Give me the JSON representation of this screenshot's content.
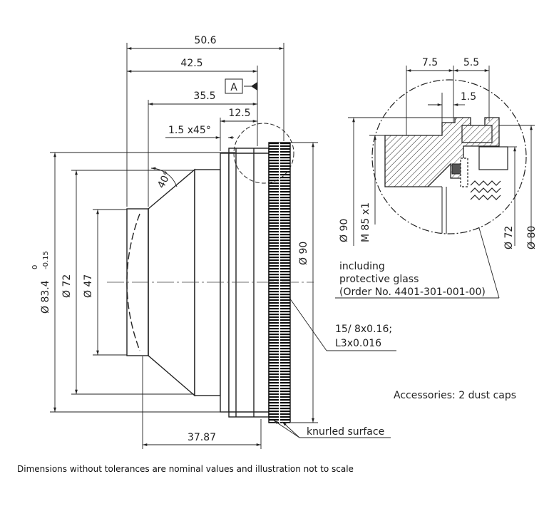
{
  "dimensions": {
    "d_50_6": "50.6",
    "d_42_5": "42.5",
    "d_35_5": "35.5",
    "d_12_5": "12.5",
    "d_chamfer": "1.5 x45°",
    "d_angle": "40°",
    "d_37_87": "37.87",
    "d_83_4": "Ø 83.4",
    "tol_upper": "0",
    "tol_lower": "-0.15",
    "d_72": "Ø 72",
    "d_47": "Ø 47",
    "d_90": "Ø 90"
  },
  "datum": "A",
  "detail": {
    "d_7_5": "7.5",
    "d_5_5": "5.5",
    "d_1_5": "1.5",
    "d_90": "Ø 90",
    "thread": "M 85 x1",
    "d_72": "Ø 72",
    "d_80": "Ø 80"
  },
  "notes": {
    "glass_line1": "including",
    "glass_line2": "protective glass",
    "glass_line3": "(Order No. 4401-301-001-00)",
    "thread_line1": "15/ 8x0.16;",
    "thread_line2": "L3x0.016",
    "accessories": "Accessories: 2 dust caps",
    "knurled": "knurled surface",
    "footer": "Dimensions without tolerances are nominal values and illustration not to scale"
  }
}
